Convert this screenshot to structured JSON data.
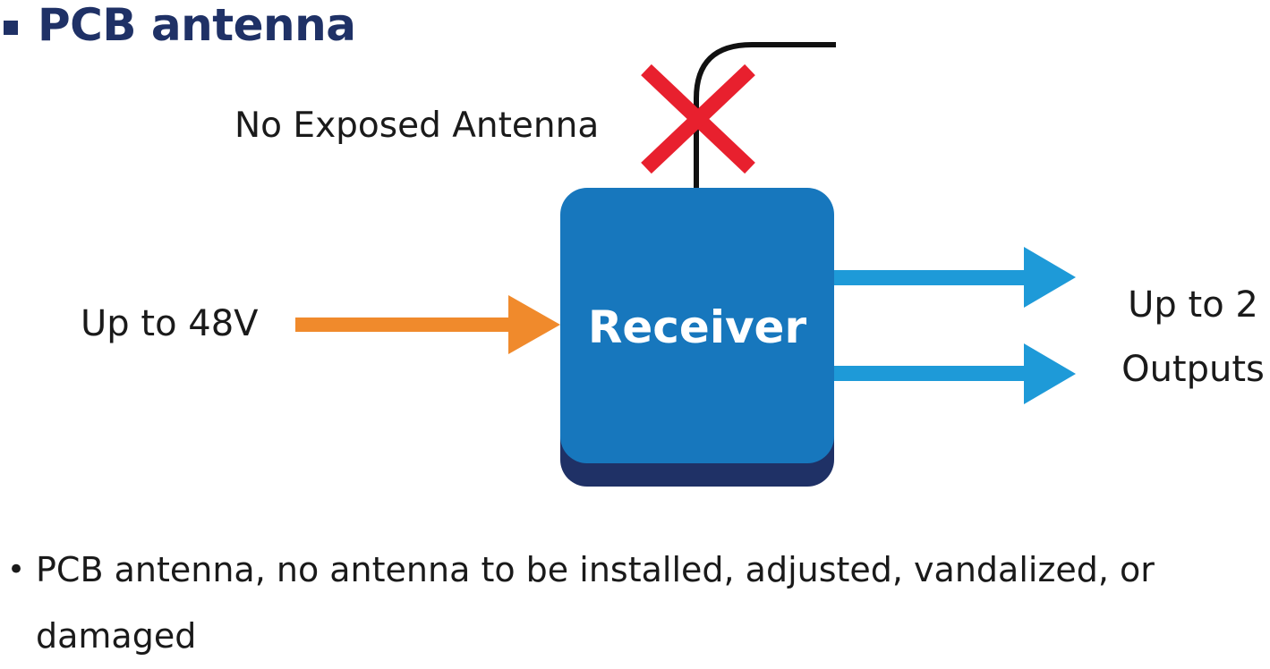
{
  "title": "PCB antenna",
  "labels": {
    "no_exposed_antenna": "No Exposed Antenna",
    "input_voltage": "Up to 48V",
    "outputs_line1": "Up to 2",
    "outputs_line2": "Outputs",
    "receiver": "Receiver"
  },
  "bullets": [
    "PCB antenna, no antenna to be installed, adjusted, vandalized, or damaged"
  ],
  "colors": {
    "title": "#1f3166",
    "receiver_body": "#1777bd",
    "receiver_shadow": "#1f3166",
    "input_arrow": "#f08a2c",
    "output_arrow": "#1e9ad8",
    "cross": "#e8202e",
    "antenna": "#111111"
  },
  "icons": {
    "title_bullet": "square-bullet",
    "no_antenna_mark": "red-x-cross",
    "input_arrow": "right-arrow",
    "output_arrows": "right-arrow"
  }
}
